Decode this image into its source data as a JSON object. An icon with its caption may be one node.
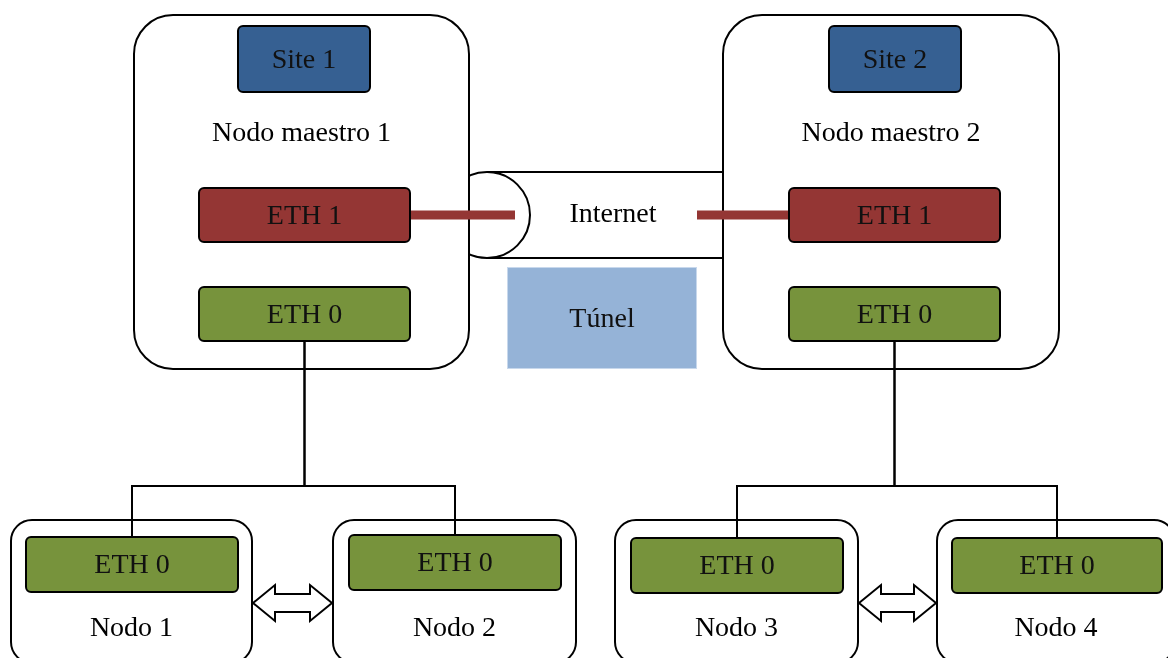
{
  "diagram": {
    "nodes": [
      {
        "text": [
          "Nodo maestro 1"
        ]
      },
      {
        "text": [
          "Site 1"
        ],
        "in": 0
      },
      {
        "text": [
          "ETH 1"
        ],
        "in": 0
      },
      {
        "text": [
          "ETH 0"
        ],
        "in": 0
      },
      {
        "text": [
          "Nodo maestro 2"
        ]
      },
      {
        "text": [
          "Site 2"
        ],
        "in": 4
      },
      {
        "text": [
          "ETH 1"
        ],
        "in": 4
      },
      {
        "text": [
          "ETH 0"
        ],
        "in": 4
      },
      {
        "text": [
          "Internet"
        ]
      },
      {
        "text": [
          "Túnel"
        ]
      },
      {
        "text": [
          "Nodo 1"
        ]
      },
      {
        "text": [
          "ETH 0"
        ],
        "in": 10
      },
      {
        "text": [
          "Nodo 2"
        ]
      },
      {
        "text": [
          "ETH 0"
        ],
        "in": 12
      },
      {
        "text": [
          "Nodo 3"
        ]
      },
      {
        "text": [
          "ETH 0"
        ],
        "in": 14
      },
      {
        "text": [
          "Nodo 4"
        ]
      },
      {
        "text": [
          "ETH 0"
        ],
        "in": 16
      }
    ],
    "edges": [
      {
        "from": 2,
        "to": 8,
        "arrow": "none",
        "style": "thick",
        "color": "#943634"
      },
      {
        "from": 6,
        "to": 8,
        "arrow": "none",
        "style": "thick",
        "color": "#943634"
      },
      {
        "from": 3,
        "to": 11,
        "arrow": "none"
      },
      {
        "from": 3,
        "to": 13,
        "arrow": "none"
      },
      {
        "from": 7,
        "to": 15,
        "arrow": "none"
      },
      {
        "from": 7,
        "to": 17,
        "arrow": "none"
      },
      {
        "from": 10,
        "to": 12,
        "arrow": "both"
      },
      {
        "from": 14,
        "to": 16,
        "arrow": "both"
      }
    ]
  }
}
